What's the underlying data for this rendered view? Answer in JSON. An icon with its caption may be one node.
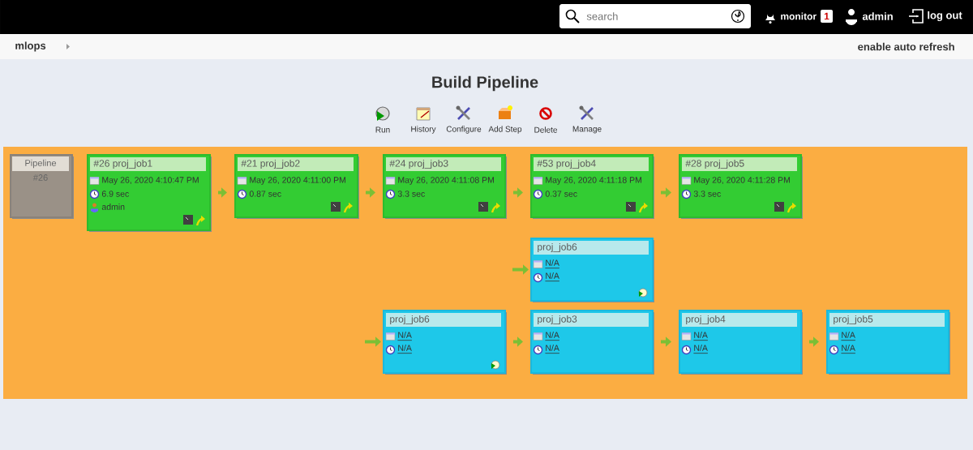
{
  "diagram": {
    "title": "Build Pipeline",
    "nodes": [
      {
        "text": [
          "Pipeline",
          "#26"
        ]
      },
      {
        "text": [
          "#26 proj_job1",
          "May 26, 2020 4:10:47 PM",
          "6.9 sec",
          "admin"
        ]
      },
      {
        "text": [
          "#21 proj_job2",
          "May 26, 2020 4:11:00 PM",
          "0.87 sec"
        ]
      },
      {
        "text": [
          "#24 proj_job3",
          "May 26, 2020 4:11:08 PM",
          "3.3 sec"
        ]
      },
      {
        "text": [
          "#53 proj_job4",
          "May 26, 2020 4:11:18 PM",
          "0.37 sec"
        ]
      },
      {
        "text": [
          "#28 proj_job5",
          "May 26, 2020 4:11:28 PM",
          "3.3 sec"
        ]
      },
      {
        "text": [
          "proj_job6",
          "N/A",
          "N/A"
        ]
      },
      {
        "text": [
          "proj_job6",
          "N/A",
          "N/A"
        ]
      },
      {
        "text": [
          "proj_job3",
          "N/A",
          "N/A"
        ]
      },
      {
        "text": [
          "proj_job4",
          "N/A",
          "N/A"
        ]
      },
      {
        "text": [
          "proj_job5",
          "N/A",
          "N/A"
        ]
      }
    ],
    "edges": [
      {
        "from": 1,
        "to": 2,
        "arrow": "to"
      },
      {
        "from": 2,
        "to": 3,
        "arrow": "to"
      },
      {
        "from": 3,
        "to": 4,
        "arrow": "to"
      },
      {
        "from": 4,
        "to": 5,
        "arrow": "to"
      },
      {
        "from": null,
        "to": 6,
        "arrow": "to"
      },
      {
        "from": null,
        "to": 7,
        "arrow": "to"
      },
      {
        "from": 7,
        "to": 8,
        "arrow": "to"
      },
      {
        "from": 8,
        "to": 9,
        "arrow": "to"
      },
      {
        "from": 9,
        "to": 10,
        "arrow": "to"
      }
    ],
    "labels": [
      "search",
      "monitor",
      "1",
      "admin",
      "log out",
      "mlops",
      "enable auto refresh",
      "Run",
      "History",
      "Configure",
      "Add Step",
      "Delete",
      "Manage"
    ]
  }
}
